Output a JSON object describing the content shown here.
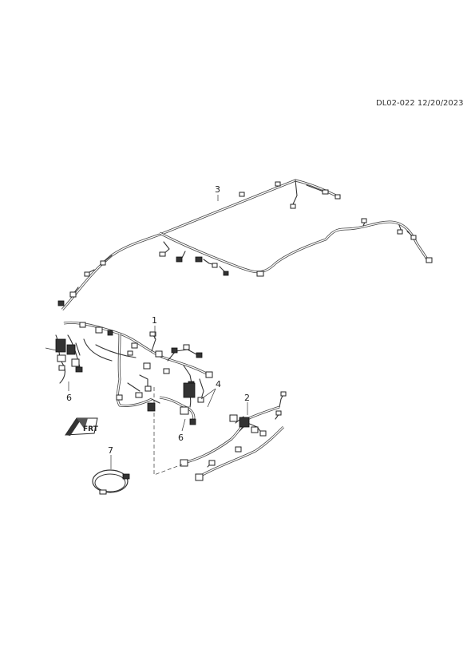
{
  "document": {
    "id_date": "DL02-022 12/20/2023"
  },
  "callouts": {
    "c1": "1",
    "c2": "2",
    "c3": "3",
    "c4": "4",
    "c6a": "6",
    "c6b": "6",
    "c7": "7"
  },
  "icons": {
    "front_indicator": "front-direction-icon"
  }
}
